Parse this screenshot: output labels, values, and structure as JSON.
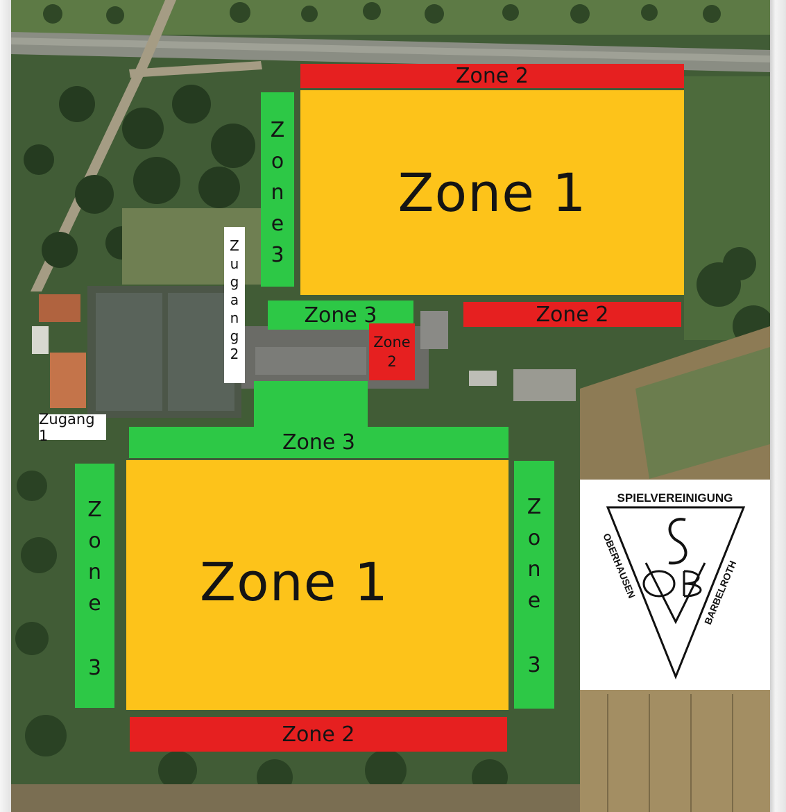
{
  "zones": {
    "top_field": {
      "label": "Zone 1"
    },
    "top_field_north_strip": {
      "label": "Zone 2"
    },
    "top_field_west_strip": {
      "letters": [
        "Z",
        "o",
        "n",
        "e",
        "3"
      ]
    },
    "top_field_southwest_strip": {
      "label": "Zone 3"
    },
    "top_field_southeast_strip": {
      "label": "Zone 2"
    },
    "building_zone": {
      "line1": "Zone",
      "line2": "2"
    },
    "bottom_field": {
      "label": "Zone 1"
    },
    "bottom_field_north_strip": {
      "label": "Zone 3"
    },
    "bottom_field_west_strip": {
      "letters": [
        "Z",
        "o",
        "n",
        "e",
        "",
        "3"
      ]
    },
    "bottom_field_east_strip": {
      "letters": [
        "Z",
        "o",
        "n",
        "e",
        "",
        "3"
      ]
    },
    "bottom_field_south_strip": {
      "label": "Zone 2"
    }
  },
  "access": {
    "zugang_1": {
      "label": "Zugang 1"
    },
    "zugang_2": {
      "letters": [
        "Z",
        "u",
        "g",
        "a",
        "n",
        "g",
        "2"
      ]
    }
  },
  "logo": {
    "top_text": "SPIELVEREINIGUNG",
    "left_text": "OBERHAUSEN",
    "right_text": "BARBELROTH",
    "monogram": "SVOB"
  },
  "colors": {
    "zone1": "#fdc31a",
    "zone2": "#e62020",
    "zone3": "#2dc846"
  }
}
